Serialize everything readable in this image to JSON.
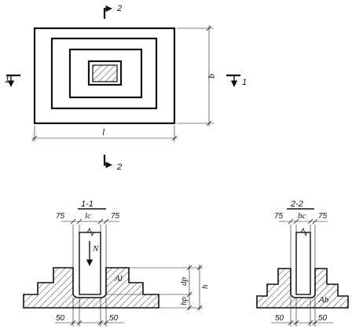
{
  "plan": {
    "section_2_top": "2",
    "section_2_bottom": "2",
    "section_1_left": "1",
    "section_1_right": "1",
    "dim_length": "l",
    "dim_width": "b"
  },
  "section_1": {
    "title": "1-1",
    "dim_left": "75",
    "dim_column": "lc",
    "dim_right": "75",
    "load": "N",
    "area": "Al",
    "dim_depth": "dp",
    "dim_height": "h",
    "dim_base": "hp",
    "dim_bottom_left": "50",
    "dim_bottom_right": "50"
  },
  "section_2": {
    "title": "2-2",
    "dim_left": "75",
    "dim_column": "bc",
    "dim_right": "75",
    "area": "Ab",
    "dim_bottom_left": "50",
    "dim_bottom_right": "50"
  }
}
